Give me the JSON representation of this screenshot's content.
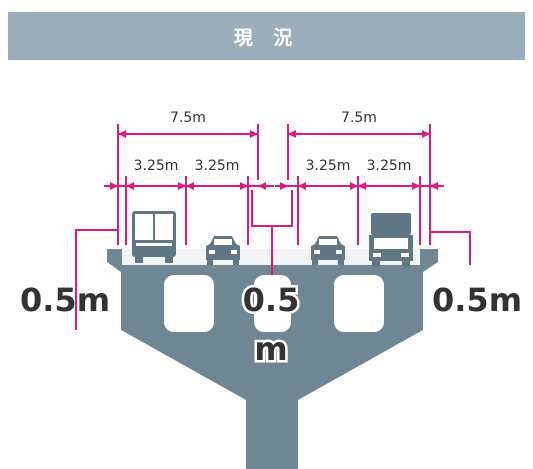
{
  "header": {
    "title": "現 況"
  },
  "dimensions": {
    "left_group": "7.5m",
    "right_group": "7.5m",
    "lane_1": "3.25m",
    "lane_2": "3.25m",
    "lane_3": "3.25m",
    "lane_4": "3.25m",
    "shoulder_left": "0.5m",
    "median_line1": "0.5",
    "median_line2": "m",
    "shoulder_right": "0.5m"
  },
  "colors": {
    "accent": "#e0197d",
    "structure": "#6f8795",
    "header_bg": "#9aafbb",
    "text": "#333333"
  },
  "vehicles": [
    "truck-icon",
    "car-icon",
    "car-icon",
    "truck-icon"
  ]
}
